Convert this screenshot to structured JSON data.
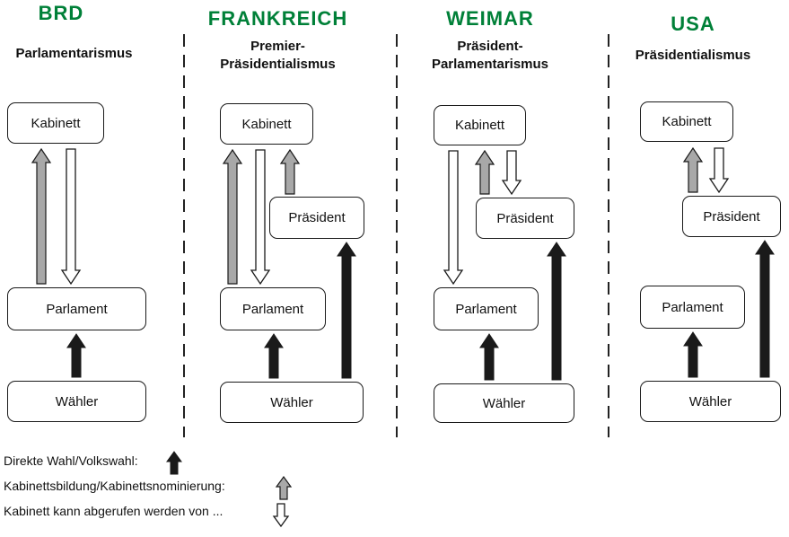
{
  "colors": {
    "title_green": "#008038",
    "arrow_black": "#1a1a1a",
    "arrow_gray": "#a8a8a8",
    "arrow_white": "#ffffff",
    "box_border": "#1a1a1a"
  },
  "columns": [
    {
      "title": "BRD",
      "subtitle": "Parlamentarismus",
      "kabinett": "Kabinett",
      "parlament": "Parlament",
      "waehler": "Wähler"
    },
    {
      "title": "FRANKREICH",
      "subtitle": "Premier-\nPräsidentialismus",
      "kabinett": "Kabinett",
      "praesident": "Präsident",
      "parlament": "Parlament",
      "waehler": "Wähler"
    },
    {
      "title": "WEIMAR",
      "subtitle": "Präsident-\nParlamentarismus",
      "kabinett": "Kabinett",
      "praesident": "Präsident",
      "parlament": "Parlament",
      "waehler": "Wähler"
    },
    {
      "title": "USA",
      "subtitle": "Präsidentialismus",
      "kabinett": "Kabinett",
      "praesident": "Präsident",
      "parlament": "Parlament",
      "waehler": "Wähler"
    }
  ],
  "legend": {
    "direct_election": "Direkte Wahl/Volkswahl:",
    "cabinet_formation": "Kabinettsbildung/Kabinettsnominierung:",
    "cabinet_recall": "Kabinett kann abgerufen werden von ..."
  }
}
